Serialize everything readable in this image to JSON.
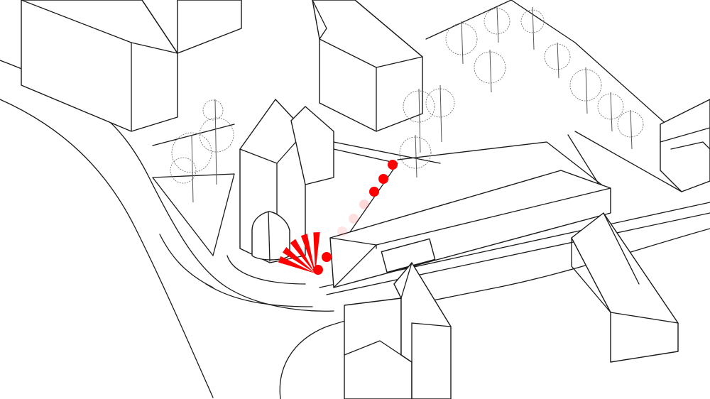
{
  "scene": {
    "background_color": "#ffffff",
    "line_color": "#1a1a1a",
    "highlight_color": "#ff0000",
    "path_dots": [
      {
        "opacity": 1
      },
      {
        "opacity": 1
      },
      {
        "opacity": 1
      },
      {
        "opacity": 0.15
      },
      {
        "opacity": 0.12
      },
      {
        "opacity": 0.1
      },
      {
        "opacity": 1
      },
      {
        "opacity": 1
      }
    ],
    "view_rays": 5
  }
}
